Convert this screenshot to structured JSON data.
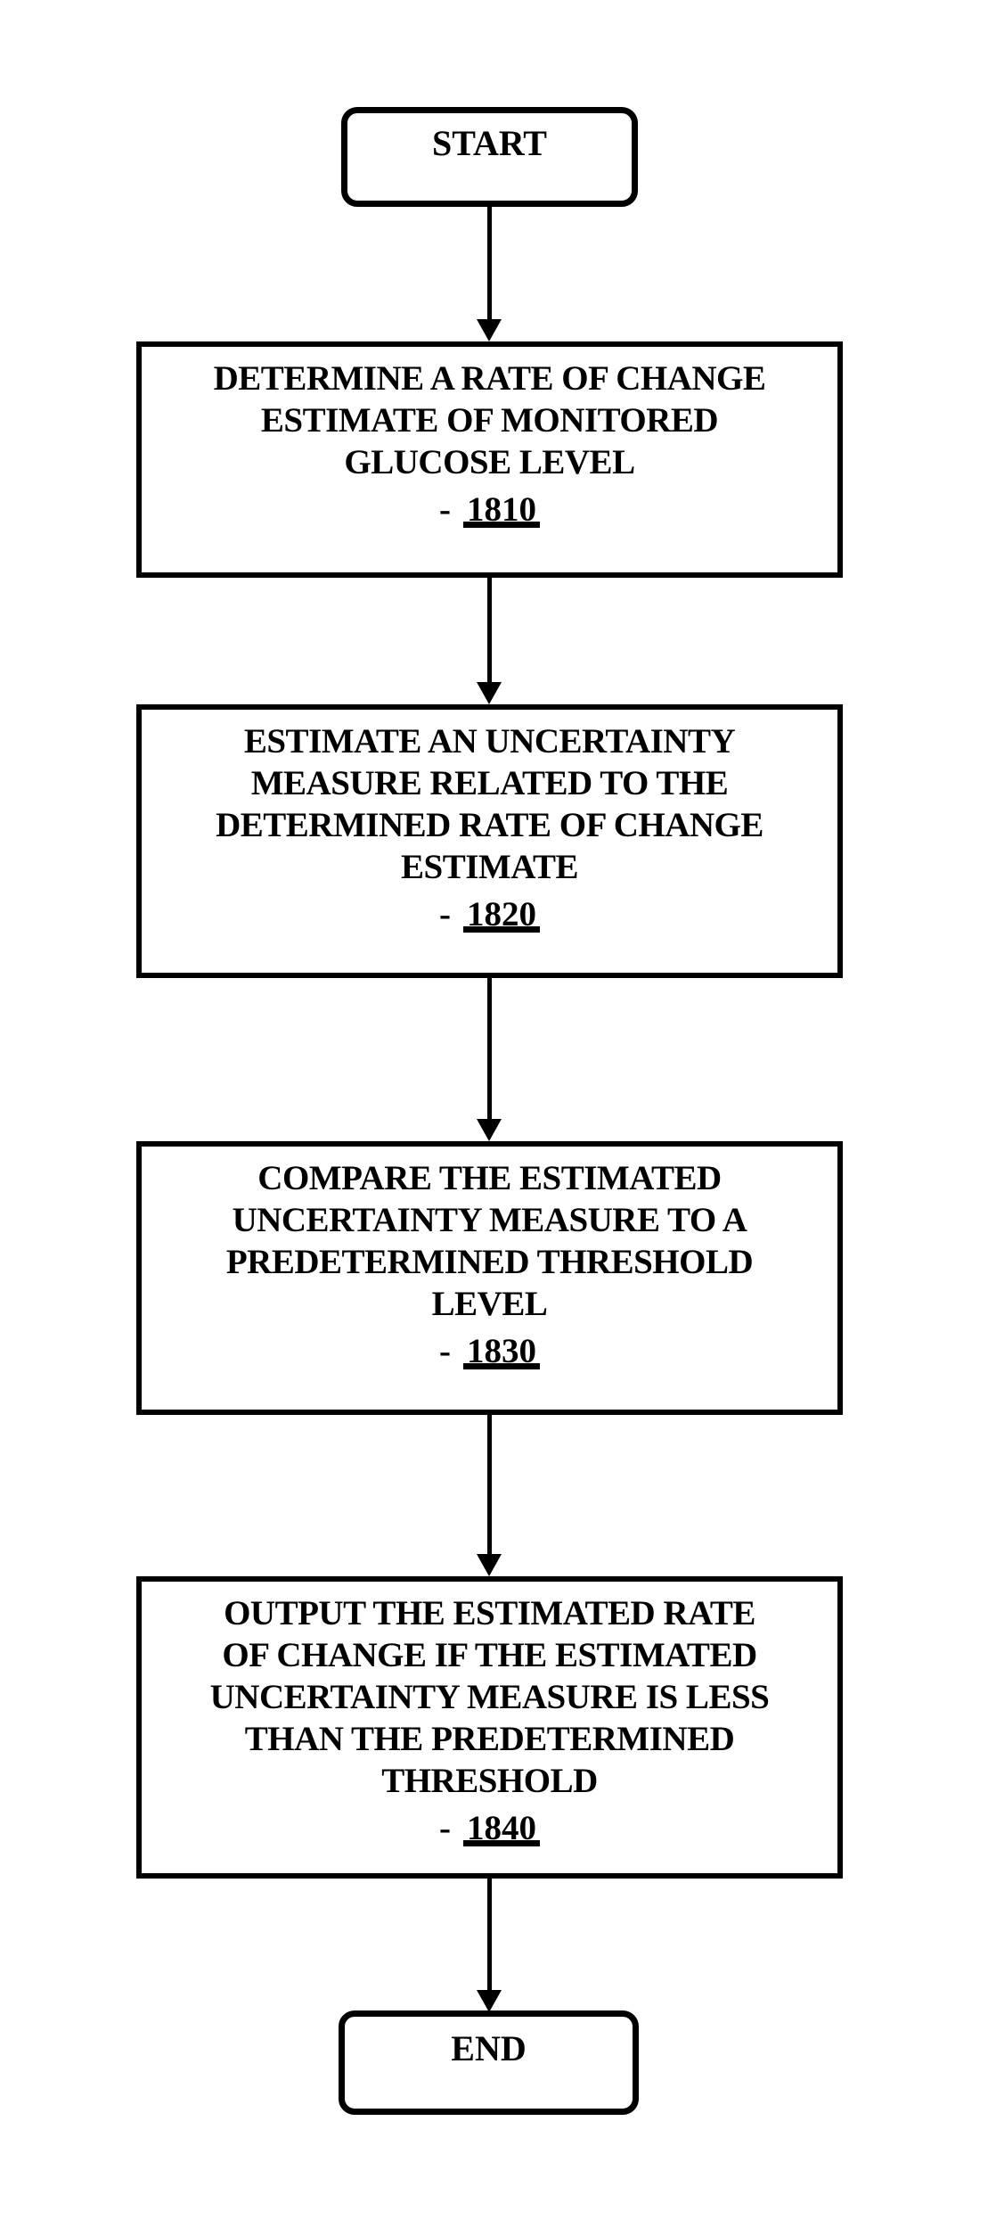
{
  "page": {
    "background_color": "#ffffff",
    "ink_color": "#000000",
    "figure_type": "flowchart"
  },
  "flowchart": {
    "nodes": {
      "start": {
        "shape": "terminal",
        "label": "START"
      },
      "n1810": {
        "shape": "process",
        "label": "DETERMINE A RATE OF CHANGE\nESTIMATE OF MONITORED\nGLUCOSE LEVEL",
        "ref_dash": "-",
        "ref": "1810"
      },
      "n1820": {
        "shape": "process",
        "label": "ESTIMATE AN UNCERTAINTY\nMEASURE RELATED TO THE\nDETERMINED RATE OF CHANGE\nESTIMATE",
        "ref_dash": "-",
        "ref": "1820"
      },
      "n1830": {
        "shape": "process",
        "label": "COMPARE THE ESTIMATED\nUNCERTAINTY MEASURE TO A\nPREDETERMINED THRESHOLD\nLEVEL",
        "ref_dash": "-",
        "ref": "1830"
      },
      "n1840": {
        "shape": "process",
        "label": "OUTPUT THE ESTIMATED RATE\nOF CHANGE IF THE ESTIMATED\nUNCERTAINTY MEASURE IS LESS\nTHAN THE PREDETERMINED\nTHRESHOLD",
        "ref_dash": "-",
        "ref": "1840"
      },
      "end": {
        "shape": "terminal",
        "label": "END"
      }
    },
    "edges": [
      {
        "from": "start",
        "to": "1810"
      },
      {
        "from": "1810",
        "to": "1820"
      },
      {
        "from": "1820",
        "to": "1830"
      },
      {
        "from": "1830",
        "to": "1840"
      },
      {
        "from": "1840",
        "to": "end"
      }
    ]
  }
}
